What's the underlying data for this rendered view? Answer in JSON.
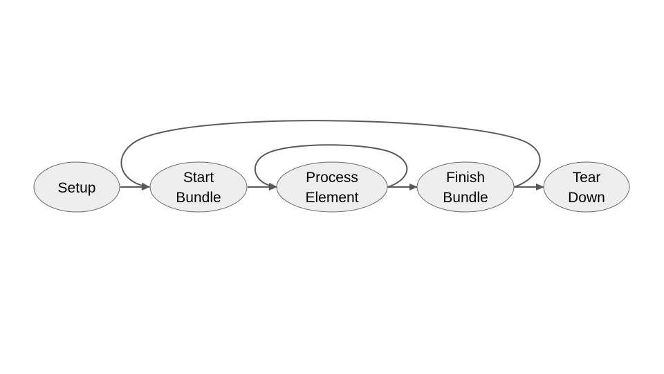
{
  "diagram": {
    "nodes": [
      {
        "id": "setup",
        "lines": [
          "Setup"
        ]
      },
      {
        "id": "start-bundle",
        "lines": [
          "Start",
          "Bundle"
        ]
      },
      {
        "id": "process-element",
        "lines": [
          "Process",
          "Element"
        ]
      },
      {
        "id": "finish-bundle",
        "lines": [
          "Finish",
          "Bundle"
        ]
      },
      {
        "id": "tear-down",
        "lines": [
          "Tear",
          "Down"
        ]
      }
    ],
    "edges": [
      {
        "from": "setup",
        "to": "start-bundle"
      },
      {
        "from": "start-bundle",
        "to": "process-element"
      },
      {
        "from": "process-element",
        "to": "finish-bundle"
      },
      {
        "from": "finish-bundle",
        "to": "tear-down"
      },
      {
        "from": "finish-bundle",
        "to": "start-bundle"
      },
      {
        "from": "process-element",
        "to": "process-element"
      }
    ],
    "colors": {
      "node_fill": "#eeeeee",
      "node_stroke": "#666666",
      "edge": "#595959",
      "text": "#000000"
    }
  }
}
